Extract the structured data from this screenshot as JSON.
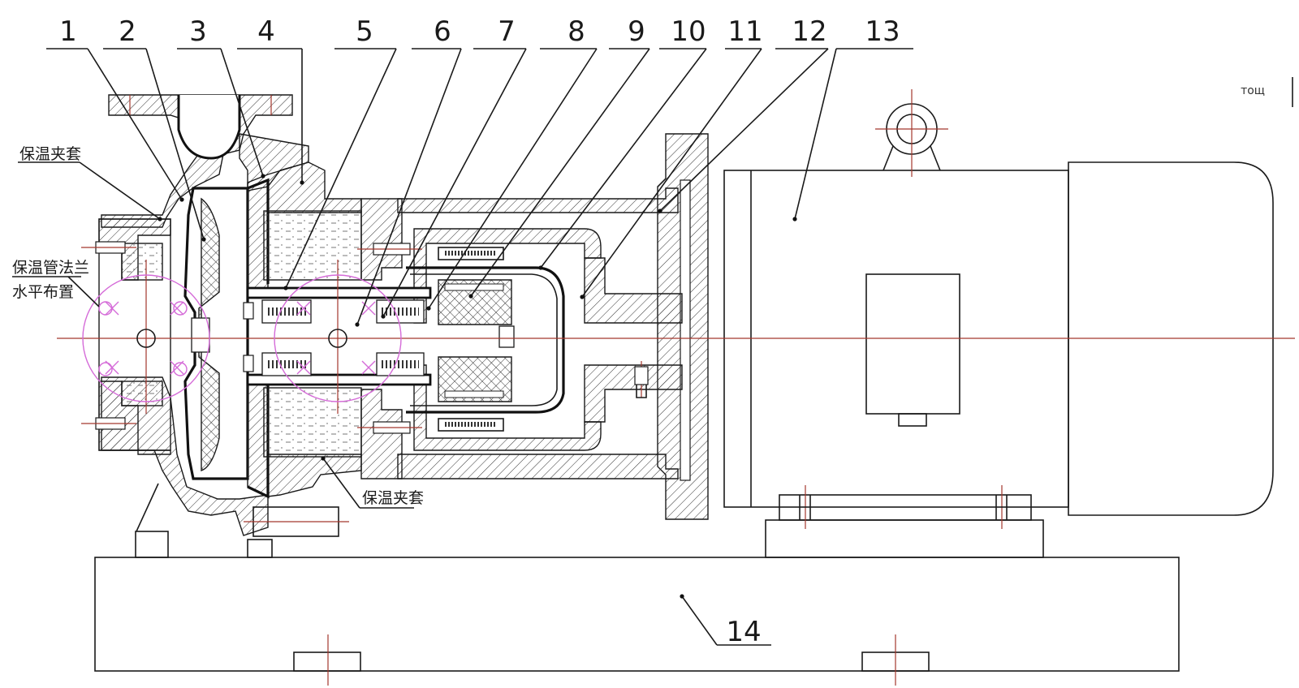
{
  "diagram": {
    "part_labels": [
      "1",
      "2",
      "3",
      "4",
      "5",
      "6",
      "7",
      "8",
      "9",
      "10",
      "11",
      "12",
      "13",
      "14"
    ],
    "annotations": {
      "jacket_top": "保温夹套",
      "flange_line1": "保温管法兰",
      "flange_line2": "水平布置",
      "jacket_bottom": "保温夹套"
    },
    "corner_mark": "тощ"
  }
}
